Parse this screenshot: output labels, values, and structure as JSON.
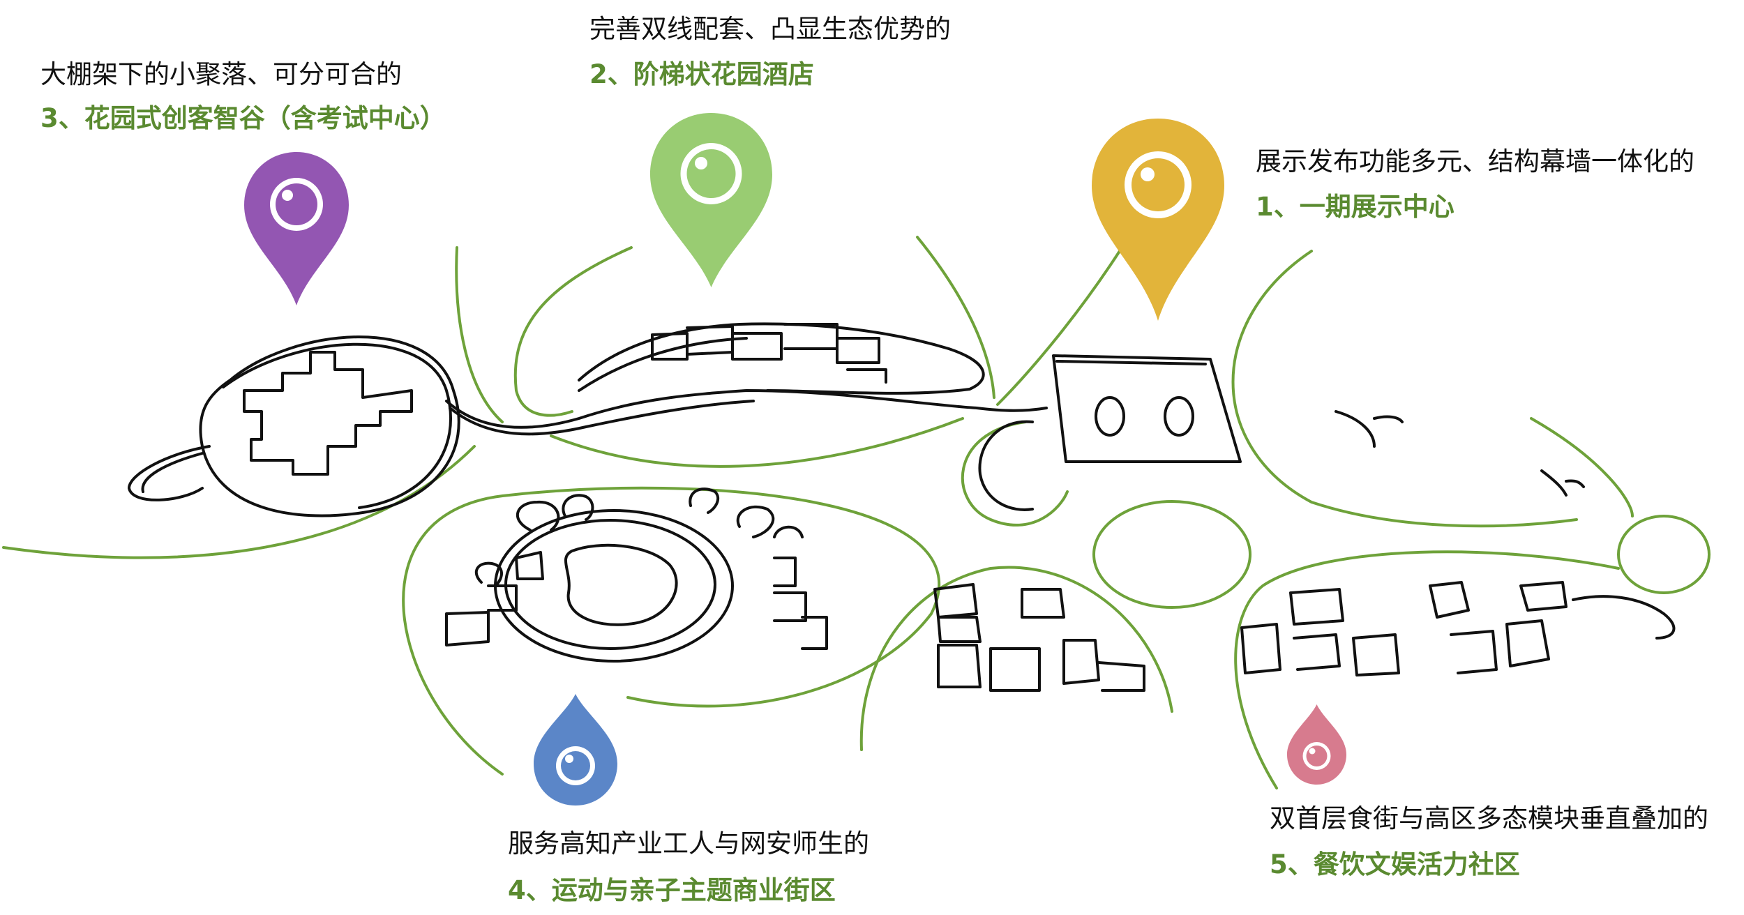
{
  "zones": [
    {
      "id": "1",
      "desc": "展示发布功能多元、结构幕墙一体化的",
      "title": "1、一期展示中心",
      "pin_color": "#e2b43a",
      "pin_icon": "map-pin-icon"
    },
    {
      "id": "2",
      "desc": "完善双线配套、凸显生态优势的",
      "title": "2、阶梯状花园酒店",
      "pin_color": "#99cc72",
      "pin_icon": "map-pin-icon"
    },
    {
      "id": "3",
      "desc": "大棚架下的小聚落、可分可合的",
      "title": "3、花园式创客智谷（含考试中心）",
      "pin_color": "#9356b2",
      "pin_icon": "map-pin-icon"
    },
    {
      "id": "4",
      "desc": "服务高知产业工人与网安师生的",
      "title": "4、运动与亲子主题商业街区",
      "pin_color": "#5b86c8",
      "pin_icon": "map-drop-icon"
    },
    {
      "id": "5",
      "desc": "双首层食街与高区多态模块垂直叠加的",
      "title": "5、餐饮文娱活力社区",
      "pin_color": "#d77b8e",
      "pin_icon": "map-drop-icon"
    }
  ],
  "colors": {
    "title_green": "#5a8a30",
    "sketch_green": "#6ea23a",
    "sketch_black": "#111111"
  }
}
